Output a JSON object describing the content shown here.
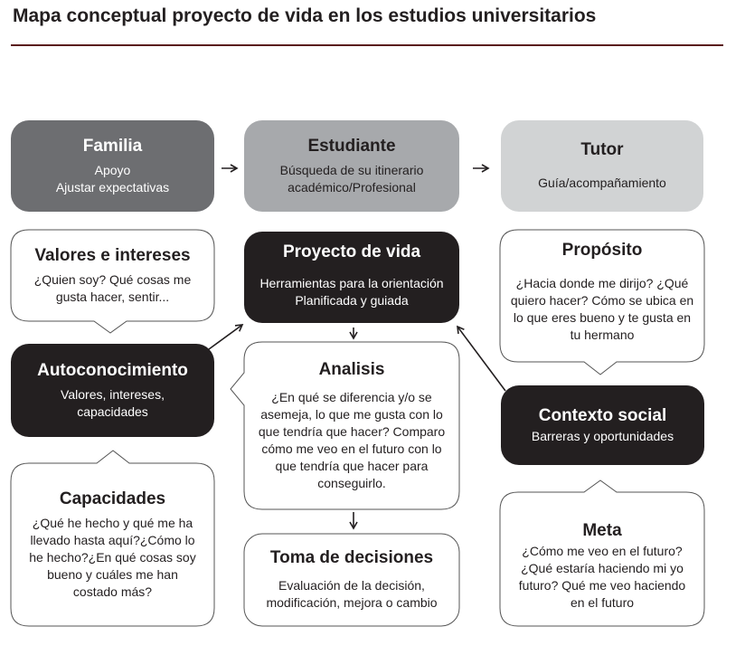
{
  "title": "Mapa conceptual proyecto de vida en los estudios universitarios",
  "nodes": {
    "familia": {
      "title": "Familia",
      "lines": [
        "Apoyo",
        "Ajustar expectativas"
      ]
    },
    "estudiante": {
      "title": "Estudiante",
      "lines": [
        "Búsqueda de su itinerario",
        "académico/Profesional"
      ]
    },
    "tutor": {
      "title": "Tutor",
      "lines": [
        "Guía/acompañamiento"
      ]
    },
    "valores": {
      "title": "Valores e intereses",
      "text": "¿Quien soy? Qué cosas me gusta hacer, sentir..."
    },
    "autoconocimiento": {
      "title": "Autoconocimiento",
      "text": "Valores, intereses, capacidades"
    },
    "capacidades": {
      "title": "Capacidades",
      "text": "¿Qué he hecho y qué me ha llevado hasta aquí?¿Cómo lo he hecho?¿En qué cosas soy bueno y cuáles me han costado más?"
    },
    "proyecto": {
      "title": "Proyecto de vida",
      "lines": [
        "Herramientas para la orientación",
        "Planificada y guiada"
      ]
    },
    "analisis": {
      "title": "Analisis",
      "text": "¿En qué se diferencia y/o se asemeja, lo que me gusta con lo que tendría que hacer? Comparo cómo me veo en el futuro con lo que tendría que hacer para conseguirlo."
    },
    "toma": {
      "title": "Toma de decisiones",
      "text": "Evaluación de la decisión, modificación, mejora o cambio"
    },
    "proposito": {
      "title": "Propósito",
      "text": "¿Hacia donde me dirijo? ¿Qué quiero hacer? Cómo se ubica en lo que eres bueno y te gusta en tu hermano"
    },
    "contexto": {
      "title": "Contexto social",
      "text": "Barreras y oportunidades"
    },
    "meta": {
      "title": "Meta",
      "text": "¿Cómo me veo en el futuro?¿Qué estaría haciendo mi yo futuro? Qué me veo haciendo en el futuro"
    }
  },
  "colors": {
    "dark": "#231f20",
    "gray1": "#6d6e71",
    "gray2": "#a7a9ac",
    "gray3": "#d1d3d4",
    "rule": "#5a1a1a"
  }
}
